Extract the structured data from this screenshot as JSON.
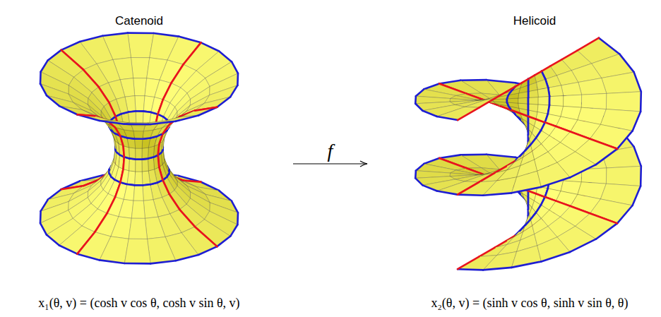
{
  "diagram": {
    "nodes": [
      {
        "text": [
          "Catenoid"
        ]
      },
      {
        "text": [
          "Helicoid"
        ]
      }
    ],
    "edges": [
      {
        "from": 0,
        "to": 1,
        "label": "f",
        "arrow": "to"
      }
    ],
    "labels": [
      "x₁(θ, v) = (cosh v cos θ, cosh v sin θ, v)",
      "x₂(θ, v) = (sinh v cos θ, sinh v sin θ, θ)"
    ]
  }
}
